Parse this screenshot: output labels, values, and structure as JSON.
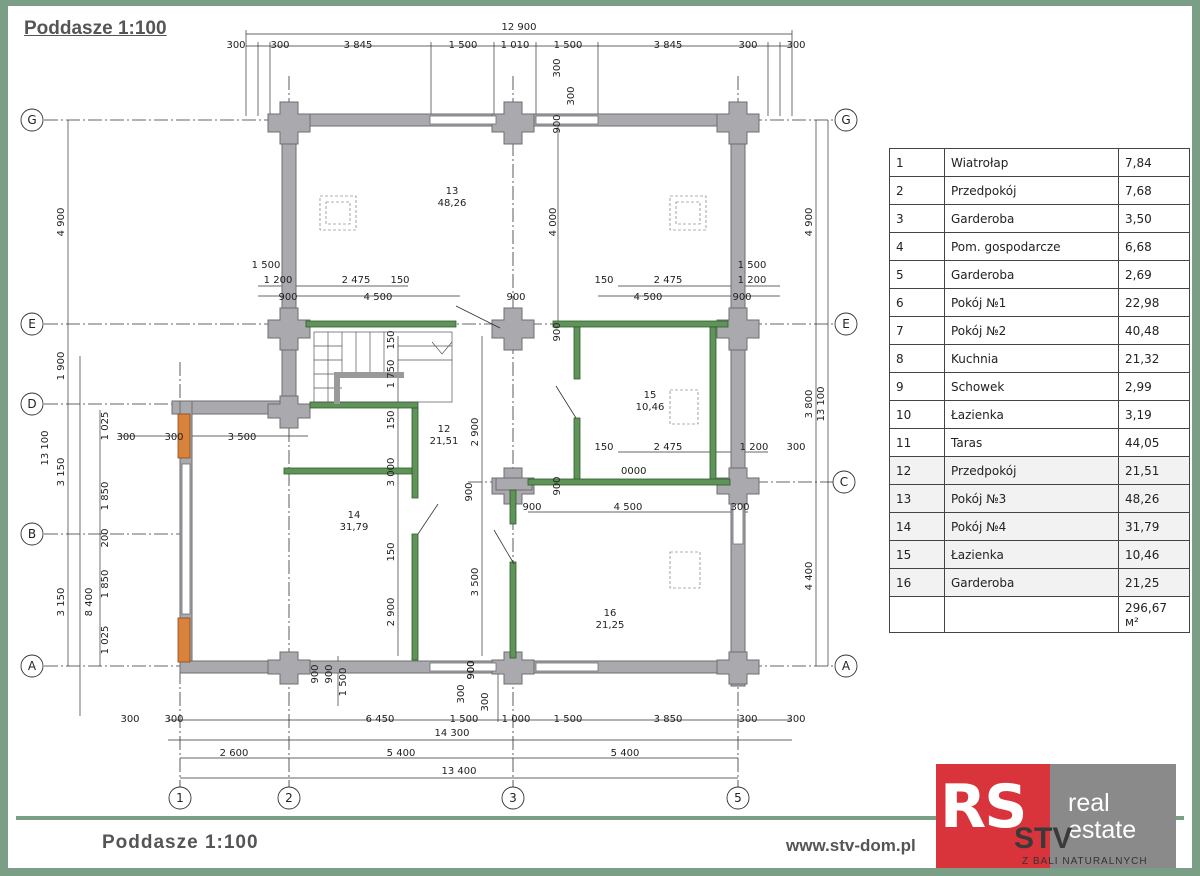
{
  "title": "Poddasze 1:100",
  "footer": {
    "title": "Poddasze   1:100",
    "url": "www.stv-dom.pl"
  },
  "logo": {
    "mark": "RS",
    "line1": "real",
    "line2": "estate",
    "brand": "STV",
    "sub": "Z BALI NATURALNYCH"
  },
  "colors": {
    "walls": "#a9a9ae",
    "wall_edge": "#6d6d72",
    "partition": "#5f9458",
    "accent_orange": "#d9823b",
    "frame": "#7a9e86",
    "logo_red": "#d9343b",
    "logo_grey": "#8a8a8a"
  },
  "axes": {
    "columns": [
      "1",
      "2",
      "3",
      "5"
    ],
    "rows": [
      "G",
      "E",
      "D",
      "C",
      "B",
      "A"
    ]
  },
  "rooms": [
    {
      "no": "1",
      "name": "Wiatrołap",
      "area": "7,84"
    },
    {
      "no": "2",
      "name": "Przedpokój",
      "area": "7,68"
    },
    {
      "no": "3",
      "name": "Garderoba",
      "area": "3,50"
    },
    {
      "no": "4",
      "name": "Pom. gospodarcze",
      "area": "6,68"
    },
    {
      "no": "5",
      "name": "Garderoba",
      "area": "2,69"
    },
    {
      "no": "6",
      "name": "Pokój №1",
      "area": "22,98"
    },
    {
      "no": "7",
      "name": "Pokój №2",
      "area": "40,48"
    },
    {
      "no": "8",
      "name": "Kuchnia",
      "area": "21,32"
    },
    {
      "no": "9",
      "name": "Schowek",
      "area": "2,99"
    },
    {
      "no": "10",
      "name": "Łazienka",
      "area": "3,19"
    },
    {
      "no": "11",
      "name": "Taras",
      "area": "44,05"
    },
    {
      "no": "12",
      "name": "Przedpokój",
      "area": "21,51"
    },
    {
      "no": "13",
      "name": "Pokój №3",
      "area": "48,26"
    },
    {
      "no": "14",
      "name": "Pokój №4",
      "area": "31,79"
    },
    {
      "no": "15",
      "name": "Łazienka",
      "area": "10,46"
    },
    {
      "no": "16",
      "name": "Garderoba",
      "area": "21,25"
    }
  ],
  "total_area": "296,67 м²",
  "room_labels": [
    {
      "no": "13",
      "area": "48,26"
    },
    {
      "no": "12",
      "area": "21,51"
    },
    {
      "no": "15",
      "area": "10,46"
    },
    {
      "no": "14",
      "area": "31,79"
    },
    {
      "no": "16",
      "area": "21,25"
    }
  ],
  "dimensions": {
    "top_total": "12 900",
    "top_chain": [
      "300",
      "300",
      "3 845",
      "1 500",
      "1 010",
      "1 500",
      "3 845",
      "300",
      "300"
    ],
    "top_small": [
      "300",
      "300",
      "900"
    ],
    "row_e_left": [
      "1 500",
      "1 200",
      "2 475",
      "150",
      "900",
      "4 500"
    ],
    "row_e_right": [
      "150",
      "2 475",
      "1 500",
      "1 200",
      "900",
      "4 500",
      "900",
      "900"
    ],
    "row_c": [
      "150",
      "2 475",
      "1 200",
      "300",
      "900",
      "900",
      "4 500",
      "300"
    ],
    "left_vertical": [
      "4 900",
      "1 900",
      "13 100",
      "3 150",
      "3 150"
    ],
    "left_inner": [
      "8 400",
      "1 025",
      "1 850",
      "200",
      "1 850",
      "1 025"
    ],
    "row_d": [
      "300",
      "300",
      "3 500"
    ],
    "center_vertical": [
      "4 000",
      "1 750",
      "150",
      "150",
      "3 000",
      "150",
      "2 900",
      "2 900",
      "3 500",
      "900",
      "900"
    ],
    "right_vertical": [
      "4 900",
      "3 800",
      "13 100",
      "4 400"
    ],
    "bottom_small": [
      "900",
      "900",
      "1 500",
      "300",
      "300",
      "900"
    ],
    "bottom_chain": [
      "300",
      "300",
      "6 450",
      "1 500",
      "1 000",
      "1 500",
      "3 850",
      "300",
      "300"
    ],
    "bottom_total": "14 300",
    "bottom_axes": [
      "2 600",
      "5 400",
      "5 400"
    ],
    "bottom_total_2": "13 400"
  },
  "stair_label": "0000"
}
